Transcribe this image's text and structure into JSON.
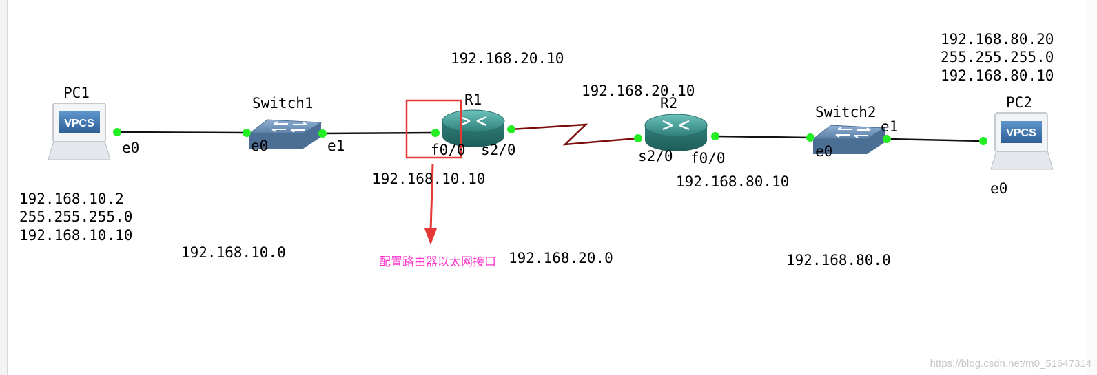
{
  "nodes": {
    "pc1": {
      "name": "PC1",
      "badge": "VPCS"
    },
    "switch1": {
      "name": "Switch1"
    },
    "r1": {
      "name": "R1"
    },
    "r2": {
      "name": "R2"
    },
    "switch2": {
      "name": "Switch2"
    },
    "pc2": {
      "name": "PC2",
      "badge": "VPCS"
    }
  },
  "ports": {
    "pc1_e0": "e0",
    "sw1_e0": "e0",
    "sw1_e1": "e1",
    "r1_f0": "f0/0",
    "r1_s2": "s2/0",
    "r2_s2": "s2/0",
    "r2_f0": "f0/0",
    "sw2_e0": "e0",
    "sw2_e1": "e1",
    "pc2_e0": "e0"
  },
  "addresses": {
    "pc1": {
      "ip": "192.168.10.2",
      "mask": "255.255.255.0",
      "gateway": "192.168.10.10"
    },
    "pc2": {
      "ip": "192.168.80.20",
      "mask": "255.255.255.0",
      "gateway": "192.168.80.10"
    },
    "r1_f0": "192.168.10.10",
    "r1_s2": "192.168.20.10",
    "r2_s2": "192.168.20.10",
    "r2_f0": "192.168.80.10"
  },
  "networks": {
    "net1": "192.168.10.0",
    "net2": "192.168.20.0",
    "net3": "192.168.80.0"
  },
  "annotation": {
    "text": "配置路由器以太网接口",
    "text_color": "#ff33cc",
    "box_color": "#e53935",
    "arrow_color": "#e53935"
  },
  "colors": {
    "link": "#111111",
    "serial_link": "#7a0c0c",
    "port_dot": "#22ee22",
    "router": "#3a8f8a",
    "switch": "#5b7fa6"
  },
  "watermark": "https://blog.csdn.net/m0_51647314"
}
